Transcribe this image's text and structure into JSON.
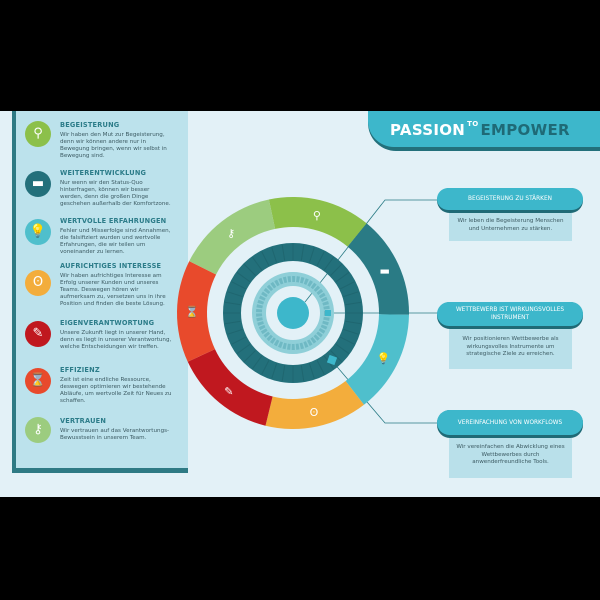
{
  "title": {
    "part1": "PASSION",
    "part2": "TO",
    "part3": "EMPOWER"
  },
  "colors": {
    "background": "#e3f1f7",
    "panel": "#bce2ec",
    "teal": "#3db7cb",
    "dark_teal": "#23707b"
  },
  "values": [
    {
      "title": "BEGEISTERUNG",
      "text": "Wir haben den Mut zur Begeisterung, denn wir können andere nur in Bewegung bringen, wenn wir selbst in Bewegung sind.",
      "icon": "newtons-cradle-icon",
      "color": "#8cc04a"
    },
    {
      "title": "WEITERENTWICKLUNG",
      "text": "Nur wenn wir den Status-Quo hinterfragen, können wir besser werden, denn die großen Dinge geschehen außerhalb der Komfortzone.",
      "icon": "sofa-icon",
      "color": "#23707b"
    },
    {
      "title": "WERTVOLLE ERFAHRUNGEN",
      "text": "Fehler und Misserfolge sind Annahmen, die falsifiziert wurden und wertvolle Erfahrungen, die wir teilen um voneinander zu lernen.",
      "icon": "lightbulb-icon",
      "color": "#4fbfcc"
    },
    {
      "title": "AUFRICHTIGES INTERESSE",
      "text": "Wir haben aufrichtiges Interesse am Erfolg unserer Kunden und unseres Teams. Deswegen hören wir aufmerksam zu, versetzen uns in ihre Position und finden die beste Lösung.",
      "icon": "ear-icon",
      "color": "#f3ad3c"
    },
    {
      "title": "EIGENVERANTWORTUNG",
      "text": "Unsere Zukunft liegt in unserer Hand, denn es liegt in unserer Verantwortung, welche Entscheidungen wir treffen.",
      "icon": "pen-icon",
      "color": "#c0181f"
    },
    {
      "title": "EFFIZIENZ",
      "text": "Zeit ist eine endliche Ressource, deswegen optimieren wir bestehende Abläufe, um wertvolle Zeit für Neues zu schaffen.",
      "icon": "hourglass-icon",
      "color": "#e84a2c"
    },
    {
      "title": "VERTRAUEN",
      "text": "Wir vertrauen auf das Verantwortungs-Bewusstsein in unserem Team.",
      "icon": "carabiner-icon",
      "color": "#9ccc7f"
    }
  ],
  "goals": [
    {
      "title": "BEGEISTERUNG ZU STÄRKEN",
      "text": "Wir leben die Begeisterung Menschen und Unternehmen zu stärken."
    },
    {
      "title": "WETTBEWERB IST WIRKUNGSVOLLES INSTRUMENT",
      "text": "Wir positionieren Wettbewerbe als wirkungsvolles Instrumente um strategische Ziele zu erreichen."
    },
    {
      "title": "VEREINFACHUNG VON WORKFLOWS",
      "text": "Wir vereinfachen die Abwicklung eines Wettbewerbes durch anwenderfreundliche Tools."
    }
  ],
  "ring_segments": [
    {
      "color": "#8cc04a",
      "icon": "newtons-cradle-icon"
    },
    {
      "color": "#2a7b85",
      "icon": "sofa-icon"
    },
    {
      "color": "#4fbfcc",
      "icon": "lightbulb-icon"
    },
    {
      "color": "#f3ad3c",
      "icon": "ear-icon"
    },
    {
      "color": "#c0181f",
      "icon": "pen-icon"
    },
    {
      "color": "#e84a2c",
      "icon": "hourglass-icon"
    },
    {
      "color": "#9ccc7f",
      "icon": "carabiner-icon"
    }
  ]
}
